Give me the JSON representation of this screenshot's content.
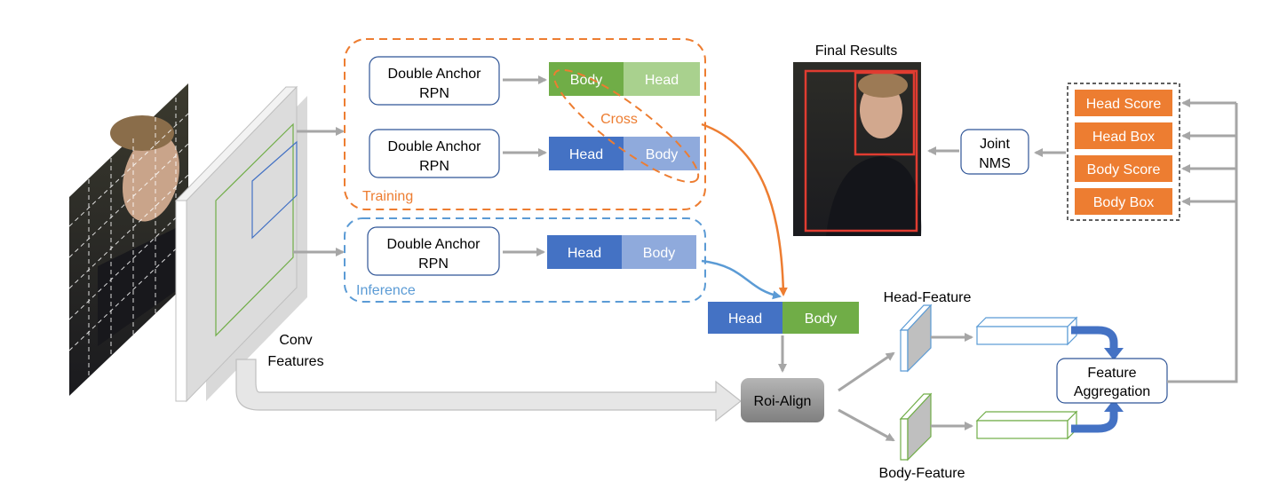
{
  "colors": {
    "orange": "#ED7D31",
    "blue": "#4472C4",
    "light_blue": "#8FAADC",
    "green": "#70AD47",
    "light_green": "#A9D18E",
    "red": "#E03C31",
    "arrow_gray": "#A6A6A6",
    "inference_blue": "#5B9BD5"
  },
  "input": {
    "icon": "portrait-photo-with-grid"
  },
  "conv": {
    "label_line1": "Conv",
    "label_line2": "Features"
  },
  "training": {
    "label": "Training",
    "cross_label": "Cross",
    "rpn1": {
      "line1": "Double Anchor",
      "line2": "RPN"
    },
    "rpn2": {
      "line1": "Double Anchor",
      "line2": "RPN"
    },
    "out1": {
      "left": "Body",
      "right": "Head"
    },
    "out2": {
      "left": "Head",
      "right": "Body"
    }
  },
  "inference": {
    "label": "Inference",
    "rpn": {
      "line1": "Double Anchor",
      "line2": "RPN"
    },
    "out": {
      "left": "Head",
      "right": "Body"
    }
  },
  "proposals": {
    "left": "Head",
    "right": "Body"
  },
  "roi_align": "Roi-Align",
  "head_feature": "Head-Feature",
  "body_feature": "Body-Feature",
  "aggregation": {
    "line1": "Feature",
    "line2": "Aggregation"
  },
  "outputs": [
    "Head Score",
    "Head Box",
    "Body Score",
    "Body Box"
  ],
  "nms": {
    "line1": "Joint",
    "line2": "NMS"
  },
  "final": {
    "title": "Final Results",
    "icon": "result-photo-with-boxes"
  }
}
